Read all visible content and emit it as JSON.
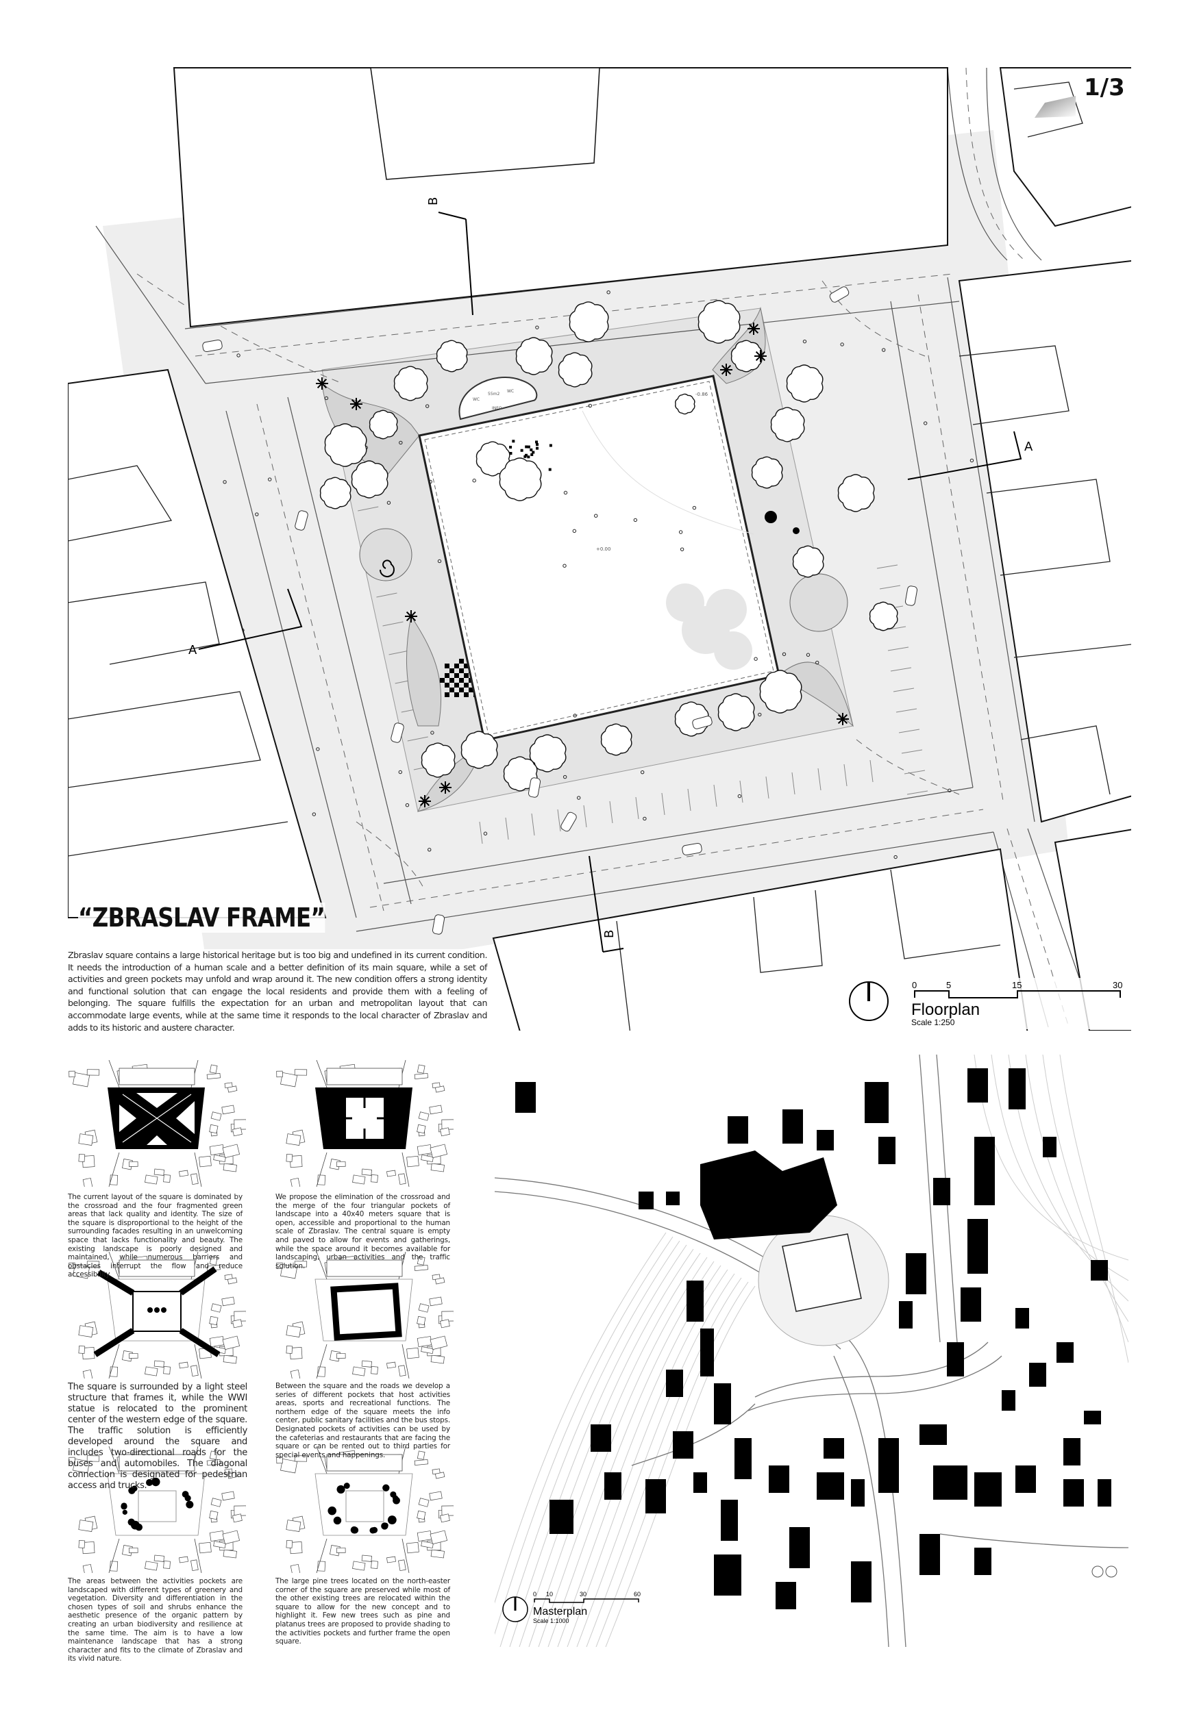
{
  "sheet": {
    "page_number": "1/3"
  },
  "floorplan": {
    "title": "“ZBRASLAV FRAME”",
    "description": "Zbraslav square contains a large historical heritage but is too big and undefined in its current condition. It needs the introduction of a human scale and a better definition of its main square, while a set of activities and green pockets may unfold and wrap around it. The new condition offers a strong identity and functional solution that can engage the local residents and  provide them with a feeling of belonging. The square fulfills the expectation for an urban and metropolitan layout that can accommodate large events, while at the same time it responds to the local character of Zbraslav and adds to its historic and austere character.",
    "section_labels": {
      "a": "A",
      "b": "B"
    },
    "level_center": "+0.00",
    "level_corner": "-0.86",
    "kiosk_labels": {
      "wc": "WC",
      "area": "55m2",
      "info": "INFO"
    },
    "scale_bar": {
      "ticks": [
        "0",
        "5",
        "15",
        "30"
      ]
    },
    "name": "Floorplan",
    "scale": "Scale 1:250"
  },
  "diagrams": [
    {
      "text": "The current layout of the square is dominated by the crossroad and the four fragmented green areas that lack quality and identity. The size of the square is disproportional to the height of the surrounding facades resulting in an unwelcoming space that lacks functionality and beauty. The existing landscape is poorly designed and maintained, while numerous barriers and obstacles interrupt the flow and reduce accessibility."
    },
    {
      "text": "We propose the elimination of the crossroad and the merge of the four triangular pockets of landscape into a 40x40 meters square that is open, accessible and proportional to the human scale of Zbraslav. The central square is empty and paved to allow for events and gatherings, while the space around it becomes available for landscaping, urban activities and the traffic solution."
    },
    {
      "text": "The square is surrounded by a light steel structure that frames it, while the WWI statue is relocated to the prominent center of the western edge of the square. The traffic solution is efficiently developed around the square and includes two-directional roads for the buses and automobiles. The diagonal connection is designated for pedestrian access and trucks."
    },
    {
      "text": "Between the square and the roads we develop a series of different pockets that host activities areas, sports and recreational functions. The northern edge of the square meets the info center, public sanitary facilities and the bus stops. Designated pockets of activities can be used by the cafeterias and restaurants that are facing the square or can be rented out to third parties for special events and happenings."
    },
    {
      "text": "The areas between the activities pockets are landscaped with different types of greenery and vegetation. Diversity and differentiation in the chosen types of soil and shrubs enhance the aesthetic presence of the organic pattern by creating an urban biodiversity and resilience at the same time. The aim is to have a low maintenance landscape that has a strong character and fits to the climate of Zbraslav and its vivid nature."
    },
    {
      "text": "The large pine trees located on the north-easter corner of the square are preserved while most of the other existing trees are relocated within the square to allow for the new concept and to highlight it. Few new trees such as pine and platanus trees are proposed to provide shading to the activities pockets and further frame the open square."
    }
  ],
  "masterplan": {
    "scale_bar": {
      "ticks": [
        "0",
        "10",
        "30",
        "60"
      ]
    },
    "name": "Masterplan",
    "scale": "Scale 1:1000"
  }
}
